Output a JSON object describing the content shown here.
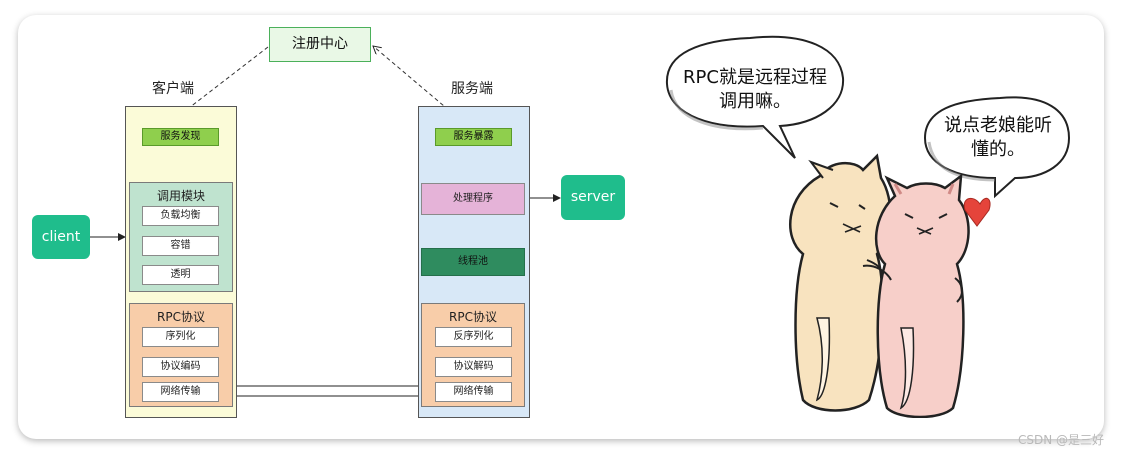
{
  "registry": {
    "label": "注册中心"
  },
  "client_side": {
    "title": "客户端",
    "service_discovery": "服务发现",
    "call_module": {
      "title": "调用模块",
      "items": [
        "负载均衡",
        "容错",
        "透明"
      ]
    },
    "rpc": {
      "title": "RPC协议",
      "items": [
        "序列化",
        "协议编码",
        "网络传输"
      ]
    }
  },
  "server_side": {
    "title": "服务端",
    "service_expose": "服务暴露",
    "handler": "处理程序",
    "thread_pool": "线程池",
    "rpc": {
      "title": "RPC协议",
      "items": [
        "反序列化",
        "协议解码",
        "网络传输"
      ]
    }
  },
  "client_node": {
    "label": "client"
  },
  "server_node": {
    "label": "server"
  },
  "comic": {
    "bubble1": {
      "line1": "RPC就是远程过程",
      "line2": "调用嘛。"
    },
    "bubble2": {
      "line1": "说点老娘能听",
      "line2": "懂的。"
    }
  },
  "watermark": "CSDN @是三好",
  "colors": {
    "client_panel": "#fbfbd8",
    "server_panel": "#d8e8f7",
    "call_module": "#bfe3cf",
    "rpc_group": "#f8cda9",
    "handler": "#e5b3d8",
    "thread_pool": "#2f8c5f",
    "accent_green": "#1fbd8c",
    "cat_tan": "#f8e3bf",
    "cat_pink": "#f7cfc9",
    "heart": "#e5443b"
  }
}
